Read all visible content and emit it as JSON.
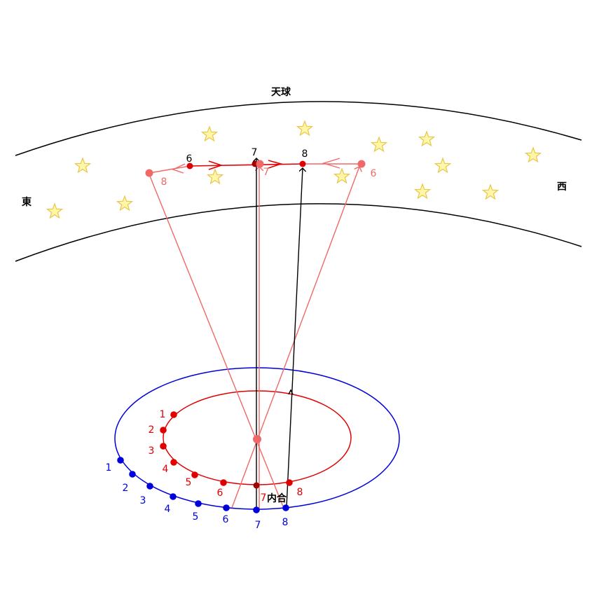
{
  "labels": {
    "celestial_sphere": "天球",
    "east": "東",
    "west": "西",
    "inferior_conjunction": "内合"
  },
  "colors": {
    "earth_orbit": "#0000dd",
    "planet_orbit": "#e00000",
    "sight_line": "#f06868",
    "apparent_path": "#e00000",
    "arrow": "#000000",
    "star_fill": "#fff6a8",
    "star_stroke": "#e8c64a"
  },
  "earth_positions": [
    "1",
    "2",
    "3",
    "4",
    "5",
    "6",
    "7",
    "8"
  ],
  "planet_positions": [
    "1",
    "2",
    "3",
    "4",
    "5",
    "6",
    "7",
    "8"
  ],
  "sky_labels_black": [
    "6",
    "7",
    "8"
  ],
  "sky_labels_pink": [
    "8",
    "7",
    "6"
  ],
  "icons": {
    "star": "star-icon",
    "sun": "sun-icon"
  }
}
